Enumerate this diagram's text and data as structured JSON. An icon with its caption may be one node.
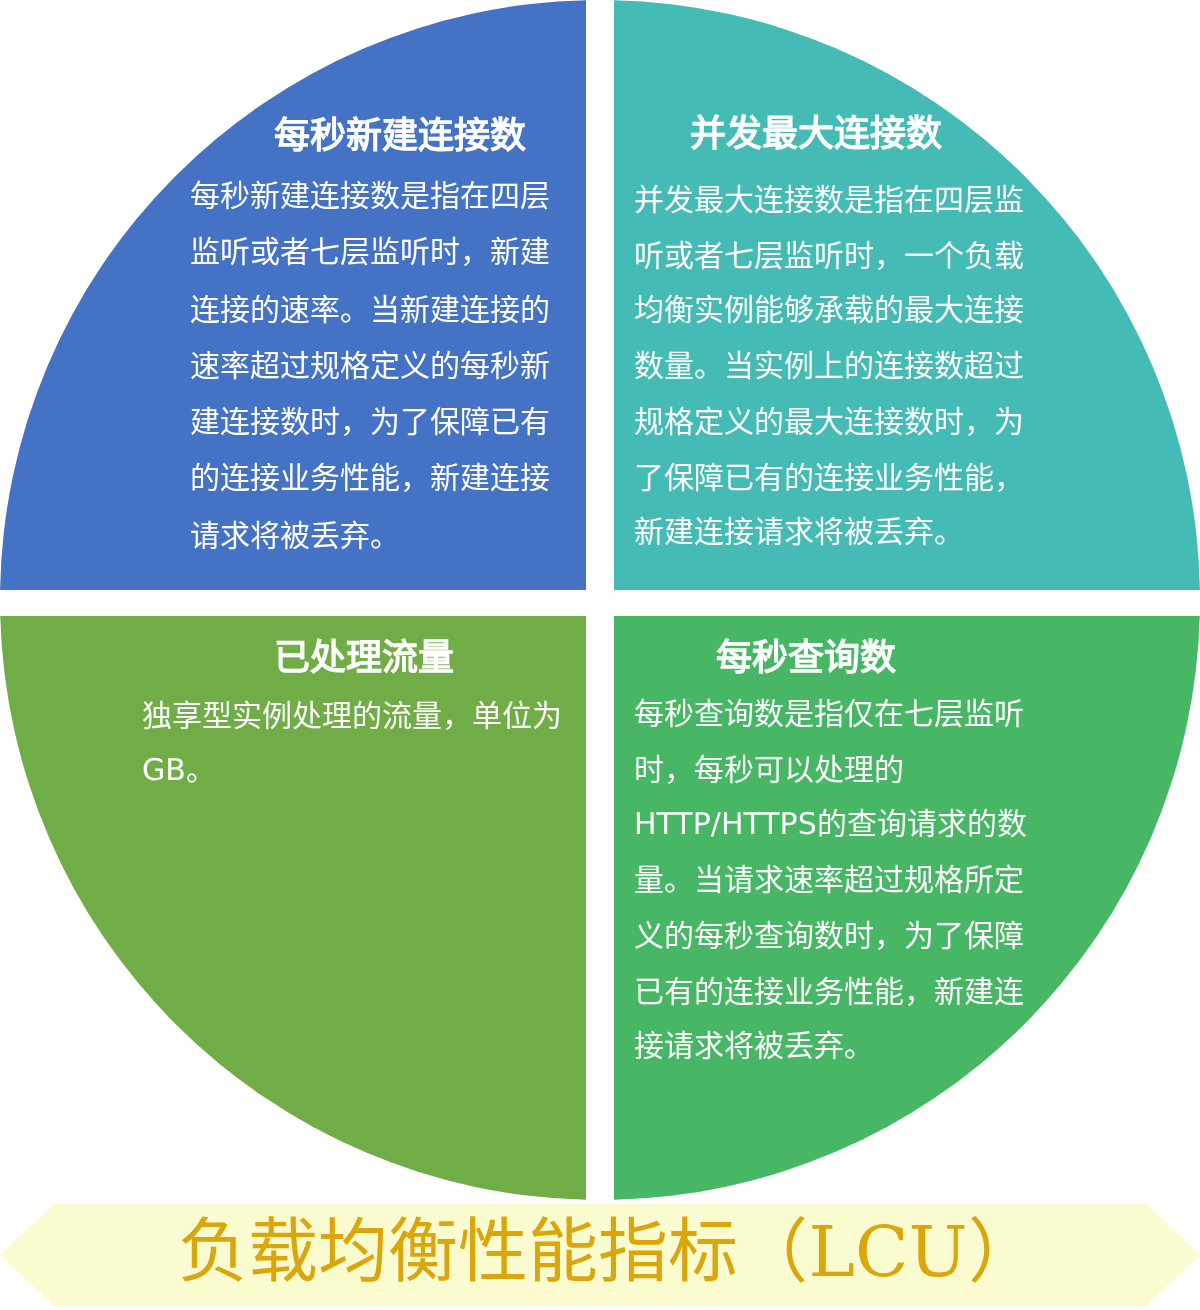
{
  "diagram": {
    "nodes": [
      {
        "text": [
          "每秒新建连接数",
          "每秒新建连接数是指在四层监听或者七层监听时，新建连接的速率。当新建连接的速率超过规格定义的每秒新建连接数时，为了保障已有的连接业务性能，新建连接请求将被丢弃。"
        ]
      },
      {
        "text": [
          "并发最大连接数",
          "并发最大连接数是指在四层监听或者七层监听时，一个负载均衡实例能够承载的最大连接数量。当实例上的连接数超过规格定义的最大连接数时，为了保障已有的连接业务性能，新建连接请求将被丢弃。"
        ]
      },
      {
        "text": [
          "已处理流量",
          "独享型实例处理的流量，单位为GB。"
        ]
      },
      {
        "text": [
          "每秒查询数",
          "每秒查询数是指仅在七层监听时，每秒可以处理的HTTP/HTTPS的查询请求的数量。当请求速率超过规格所定义的每秒查询数时，为了保障已有的连接业务性能，新建连接请求将被丢弃。"
        ]
      },
      {
        "text": [
          "负载均衡性能指标（LCU）"
        ]
      }
    ]
  }
}
